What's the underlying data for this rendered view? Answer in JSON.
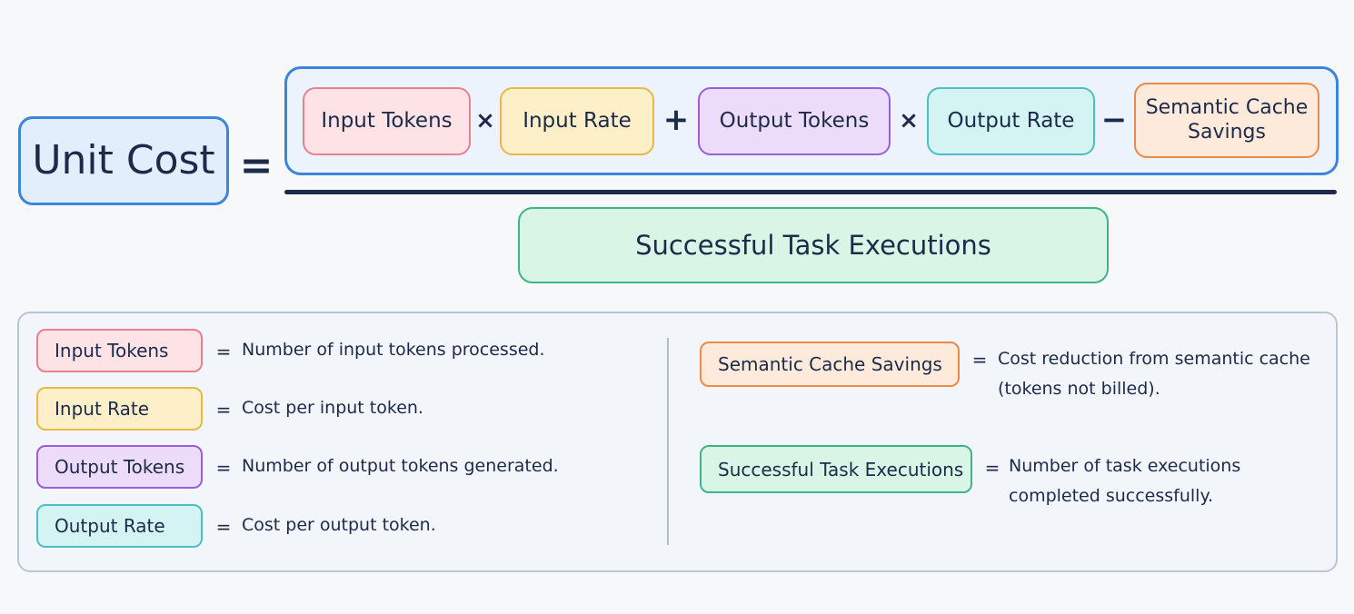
{
  "formula": {
    "lhs_label": "Unit Cost",
    "equals": "=",
    "numerator": {
      "input_tokens": "Input Tokens",
      "times_1": "×",
      "input_rate": "Input Rate",
      "plus": "+",
      "output_tokens": "Output Tokens",
      "times_2": "×",
      "output_rate": "Output Rate",
      "minus": "−",
      "cache_savings_line1": "Semantic Cache",
      "cache_savings_line2": "Savings"
    },
    "denominator": "Successful Task Executions"
  },
  "legend": {
    "eq": "=",
    "left": [
      {
        "term": "Input Tokens",
        "desc": "Number of input tokens processed."
      },
      {
        "term": "Input Rate",
        "desc": "Cost per input token."
      },
      {
        "term": "Output Tokens",
        "desc": "Number of output tokens generated."
      },
      {
        "term": "Output Rate",
        "desc": "Cost per output token."
      }
    ],
    "right": [
      {
        "term": "Semantic Cache Savings",
        "desc_line1": "Cost reduction from semantic cache",
        "desc_line2": "(tokens not billed)."
      },
      {
        "term": "Successful Task Executions",
        "desc_line1": "Number of task executions",
        "desc_line2": "completed successfully."
      }
    ]
  },
  "colors": {
    "pink": "#e8808e",
    "yellow": "#e6b94a",
    "purple": "#9a5fd8",
    "cyan": "#4cc0c0",
    "orange": "#ee8a48",
    "green": "#3fb486",
    "blue": "#3c85dc",
    "ink": "#1d2a4a"
  }
}
